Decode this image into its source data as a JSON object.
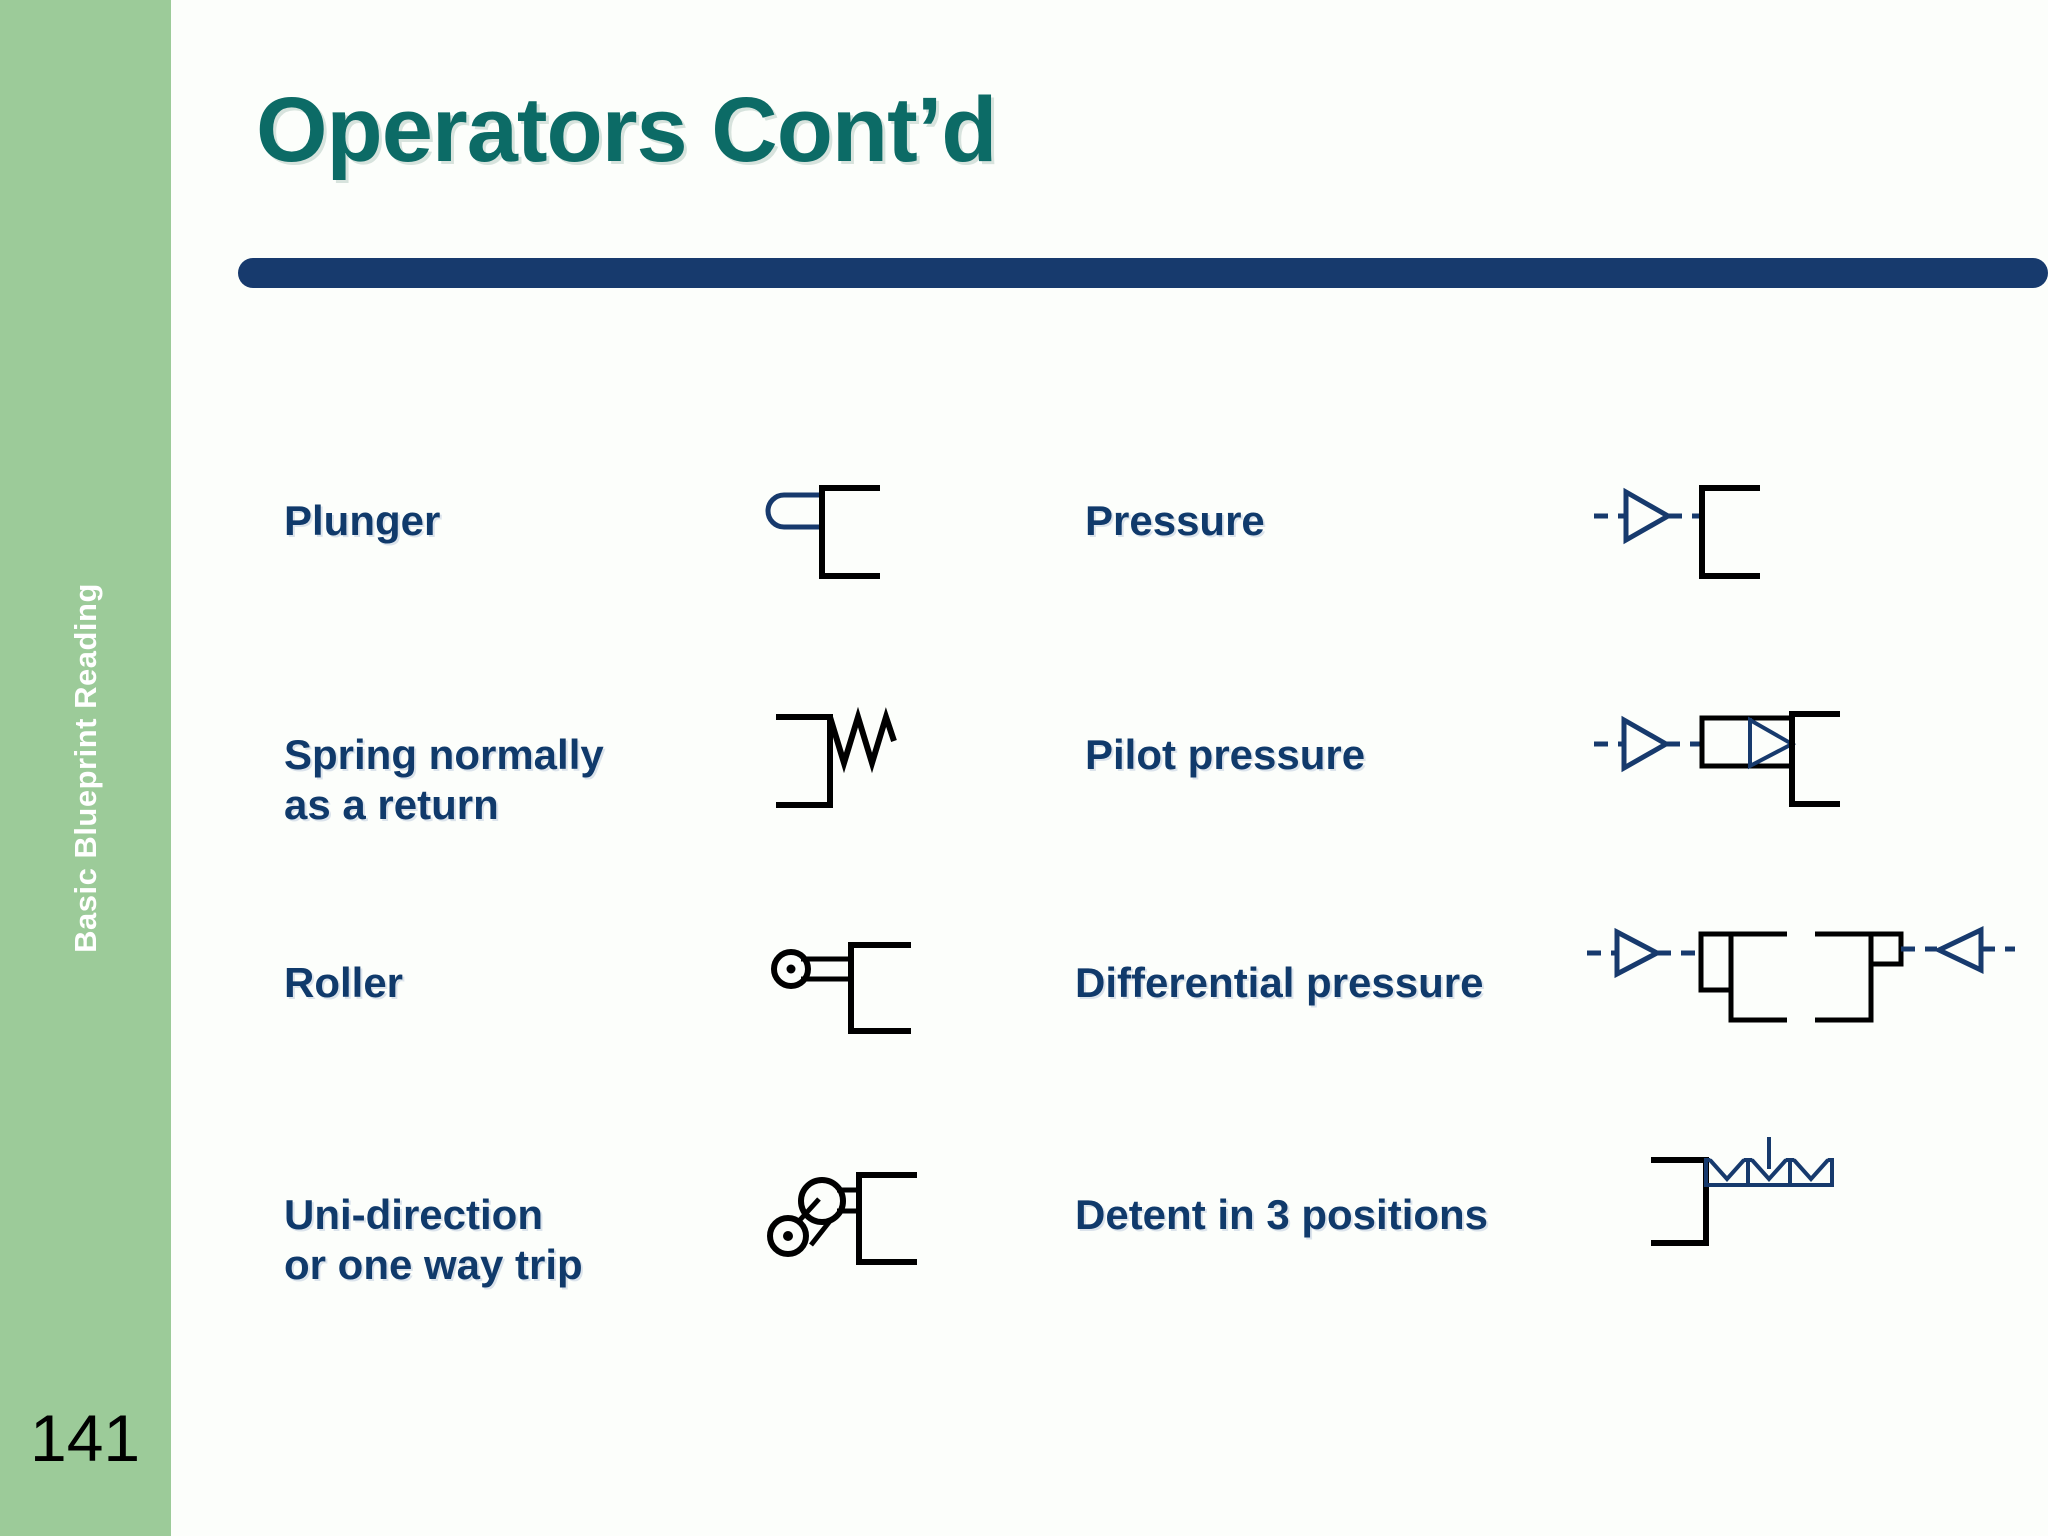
{
  "slide": {
    "title": "Operators Cont’d",
    "page_number": "141",
    "sidebar_label": "Basic Blueprint Reading",
    "colors": {
      "sidebar_green": "#9ccb99",
      "title_teal": "#0c6b66",
      "rule_navy": "#173a6d",
      "label_navy": "#103a6b",
      "symbol_black": "#000000",
      "symbol_blue": "#173a6d",
      "background": "#fcfefb"
    }
  },
  "content": {
    "left_column": [
      {
        "label": "Plunger",
        "symbol": "plunger-symbol"
      },
      {
        "label": "Spring normally\nas a return",
        "symbol": "spring-return-symbol"
      },
      {
        "label": "Roller",
        "symbol": "roller-symbol"
      },
      {
        "label": "Uni-direction\nor one way trip",
        "symbol": "uni-direction-roller-symbol"
      }
    ],
    "right_column": [
      {
        "label": "Pressure",
        "symbol": "pressure-symbol"
      },
      {
        "label": "Pilot pressure",
        "symbol": "pilot-pressure-symbol"
      },
      {
        "label": "Differential pressure",
        "symbol": "differential-pressure-symbol"
      },
      {
        "label": "Detent in 3 positions",
        "symbol": "detent-3-positions-symbol"
      }
    ]
  }
}
